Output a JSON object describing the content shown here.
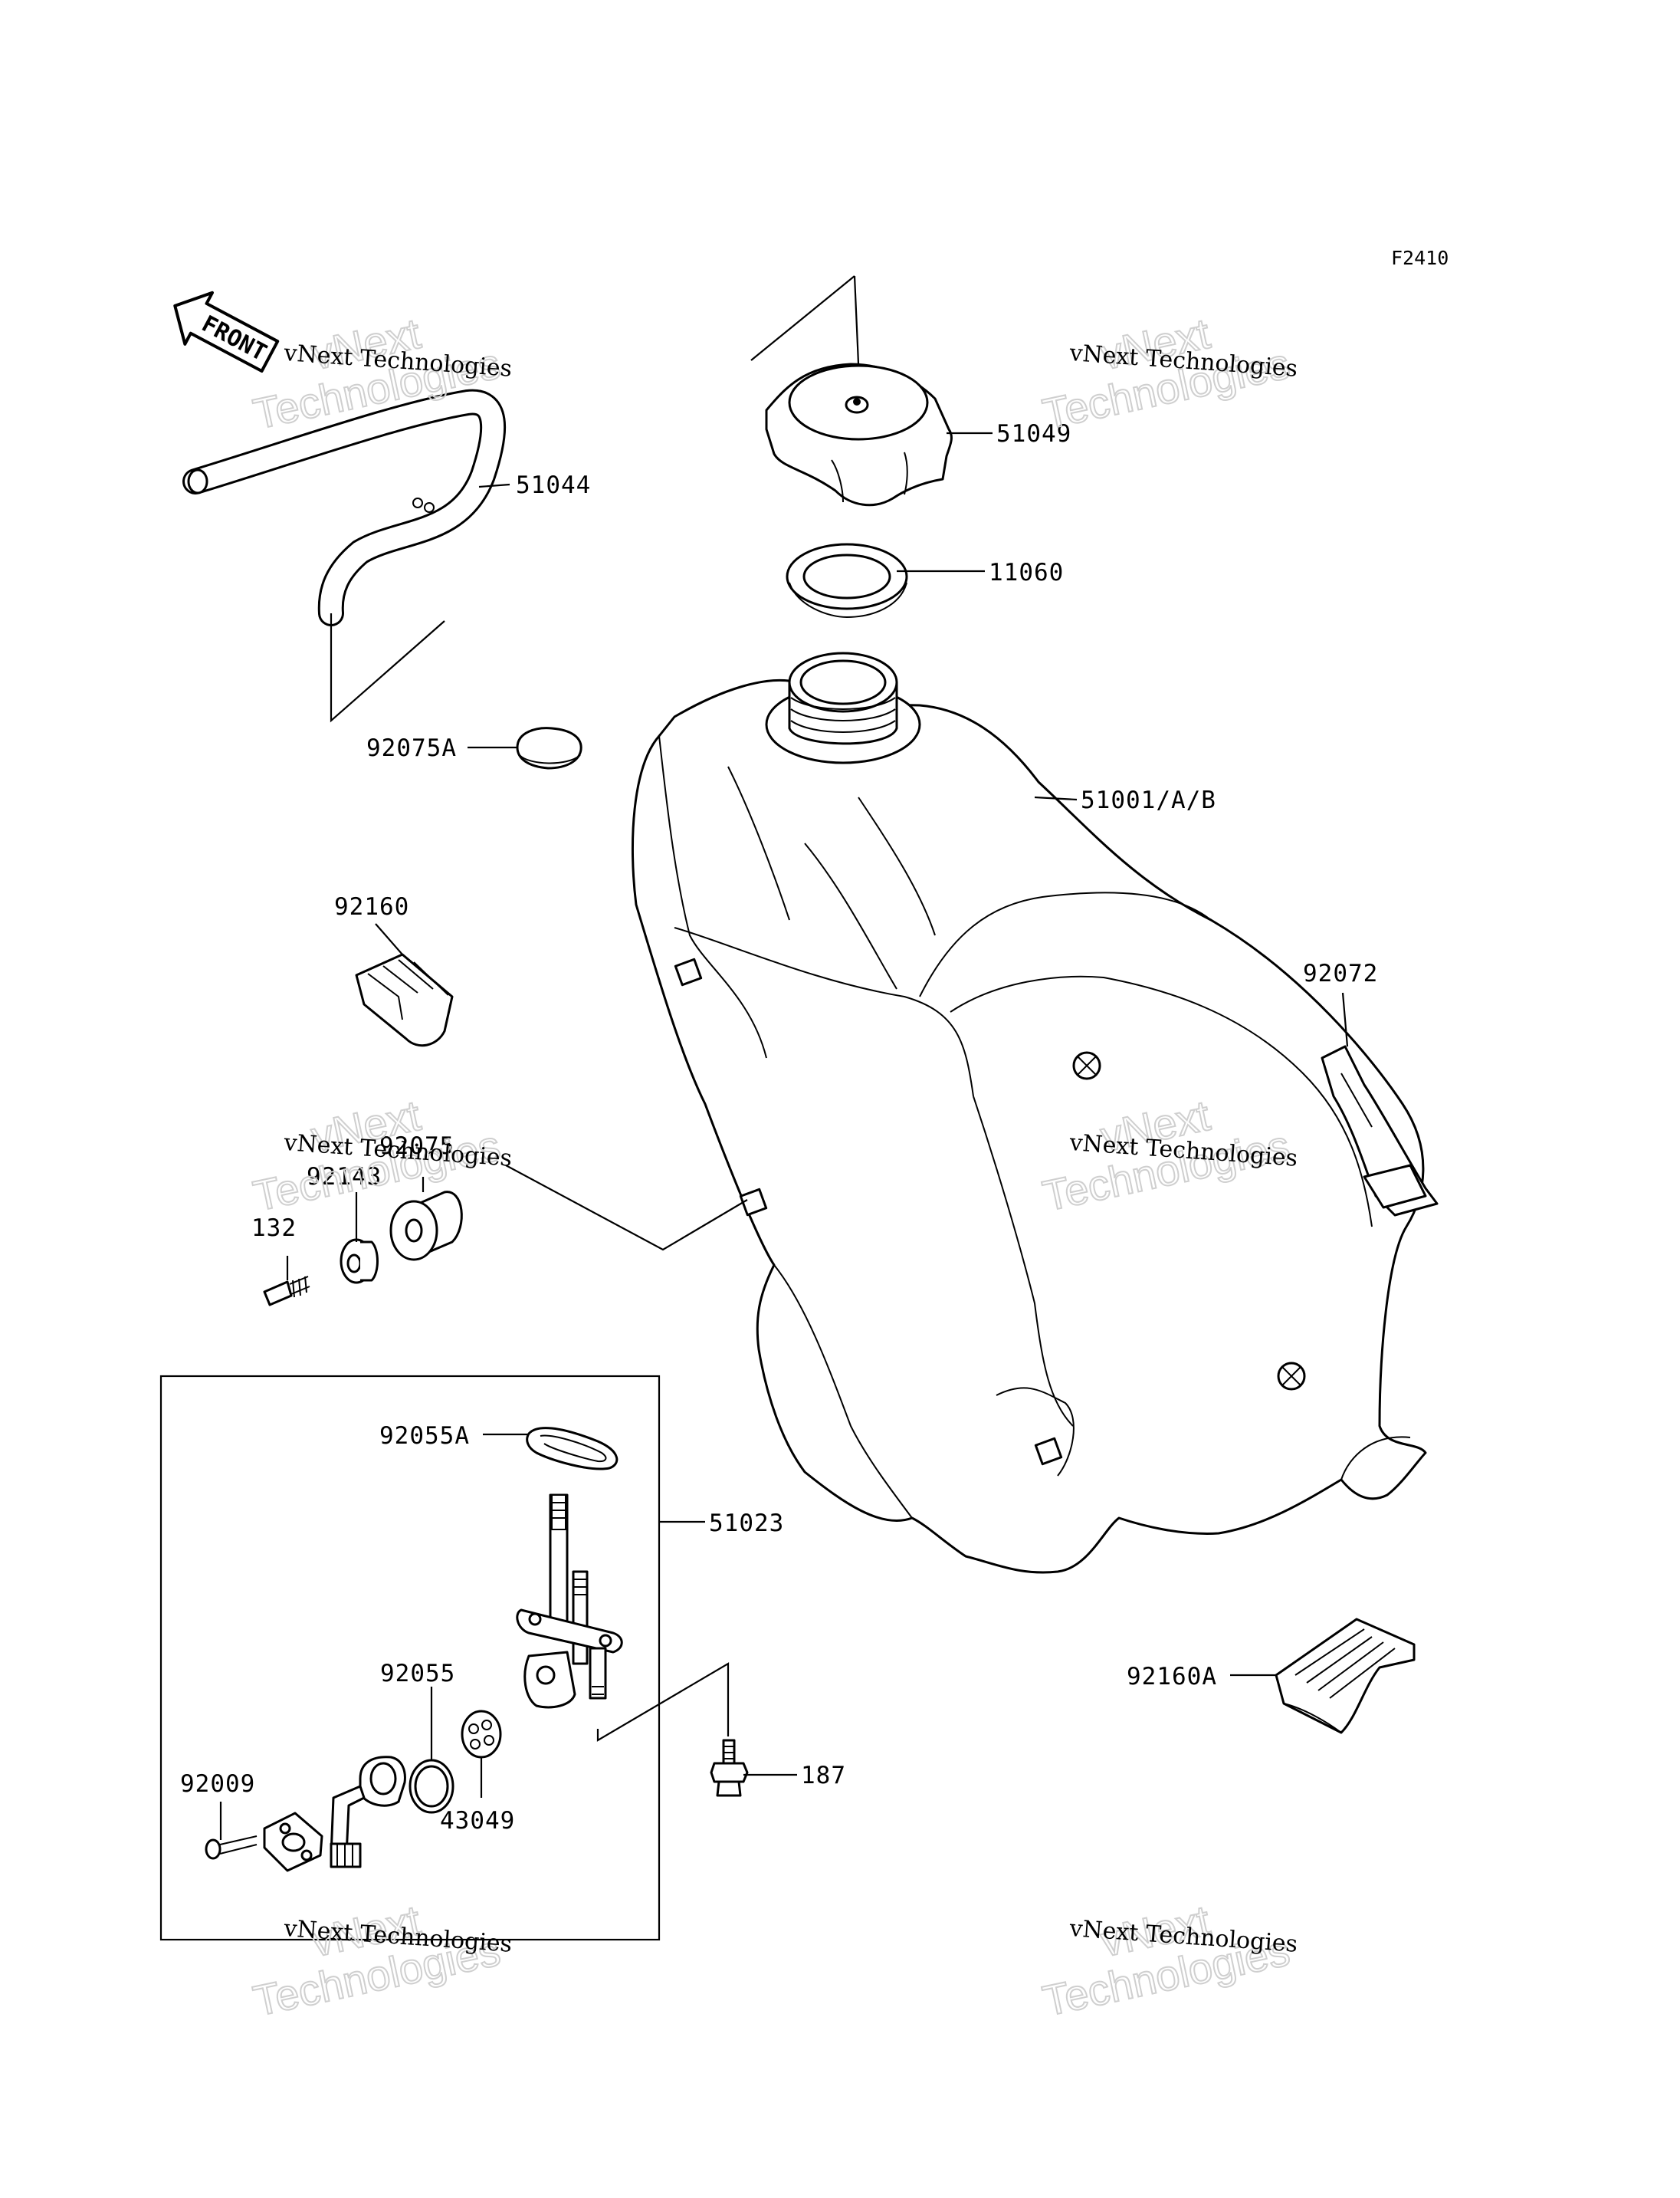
{
  "diagram_code": "F2410",
  "front_label": "FRONT",
  "watermark": {
    "line1": "vNext",
    "line2": "Technologies",
    "caption": "vNext Technologies"
  },
  "parts": {
    "p51044": "51044",
    "p51049": "51049",
    "p11060": "11060",
    "p92075A": "92075A",
    "p51001": "51001/A/B",
    "p92160": "92160",
    "p92072": "92072",
    "p92075": "92075",
    "p92143": "92143",
    "p132": "132",
    "p92055A": "92055A",
    "p51023": "51023",
    "p92055": "92055",
    "p92009": "92009",
    "p43049": "43049",
    "p187": "187",
    "p92160A": "92160A"
  }
}
